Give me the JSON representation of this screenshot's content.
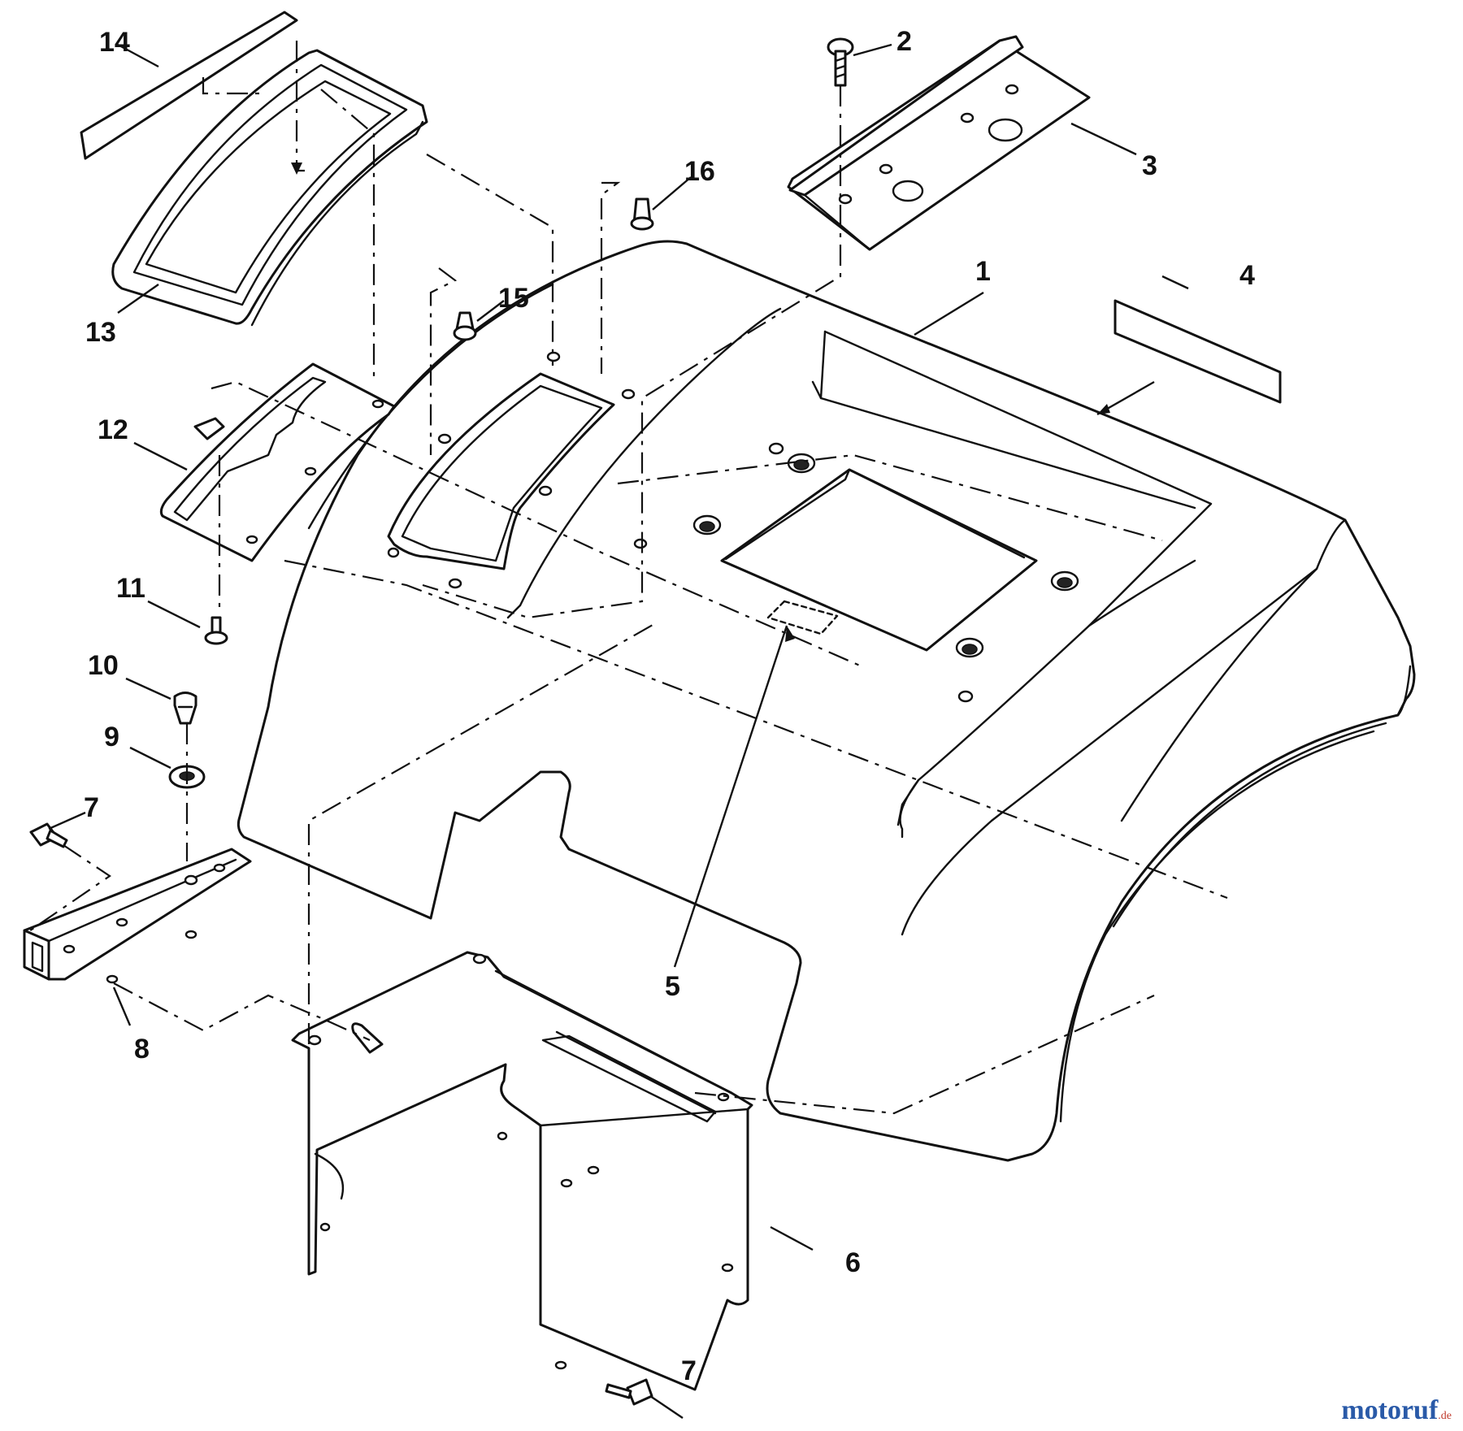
{
  "diagram": {
    "callouts": [
      "1",
      "2",
      "3",
      "4",
      "5",
      "6",
      "7",
      "7",
      "8",
      "9",
      "10",
      "11",
      "12",
      "13",
      "14",
      "15",
      "16"
    ]
  },
  "watermark": {
    "brand": "motoruf",
    "suffix": ".de"
  }
}
